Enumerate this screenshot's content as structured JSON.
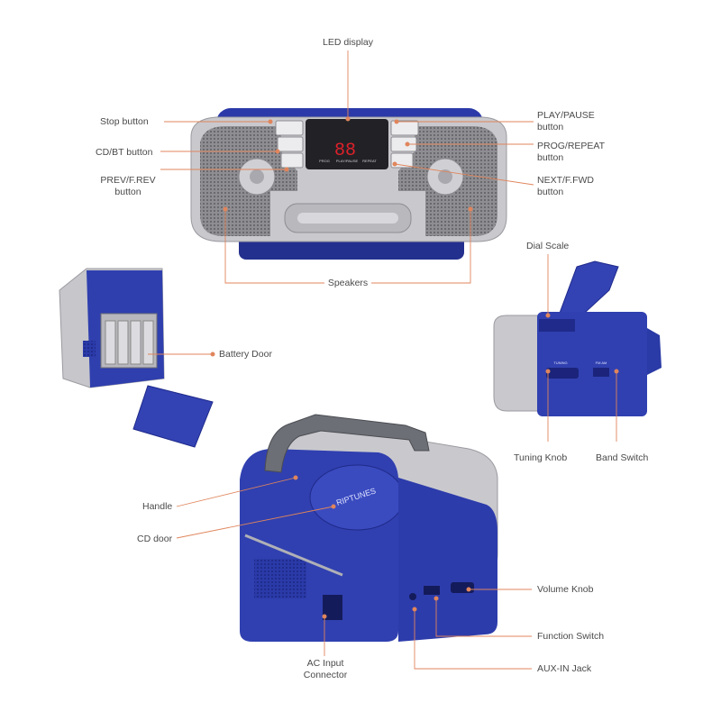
{
  "colors": {
    "callout_line": "#e0855c",
    "body_blue": "#3040b0",
    "dark_blue": "#1f2a8a",
    "silver": "#c8c8cc",
    "display_red": "#e0202a"
  },
  "display": {
    "digits": "88",
    "left_caption": "PROG",
    "center_caption": "PLAY/PAUSE",
    "right_caption": "REPEAT"
  },
  "device_marks": {
    "brand": "RIPTUNES",
    "dial_label": "TUNING",
    "band_label": "FM AM"
  },
  "labels": {
    "led_display": "LED display",
    "stop_button": "Stop  button",
    "cdbt_button": "CD/BT button",
    "prev_1": "PREV/F.REV",
    "prev_2": "button",
    "play_1": "PLAY/PAUSE",
    "play_2": "button",
    "prog_1": "PROG/REPEAT",
    "prog_2": "button",
    "next_1": "NEXT/F.FWD",
    "next_2": "button",
    "speakers": "Speakers",
    "dial_scale": "Dial Scale",
    "battery_door": "Battery Door",
    "tuning_knob": "Tuning Knob",
    "band_switch": "Band Switch",
    "handle": "Handle",
    "cd_door": "CD door",
    "volume_knob": "Volume Knob",
    "function_switch": "Function Switch",
    "ac_1": "AC Input",
    "ac_2": "Connector",
    "aux_in": "AUX-IN Jack"
  }
}
